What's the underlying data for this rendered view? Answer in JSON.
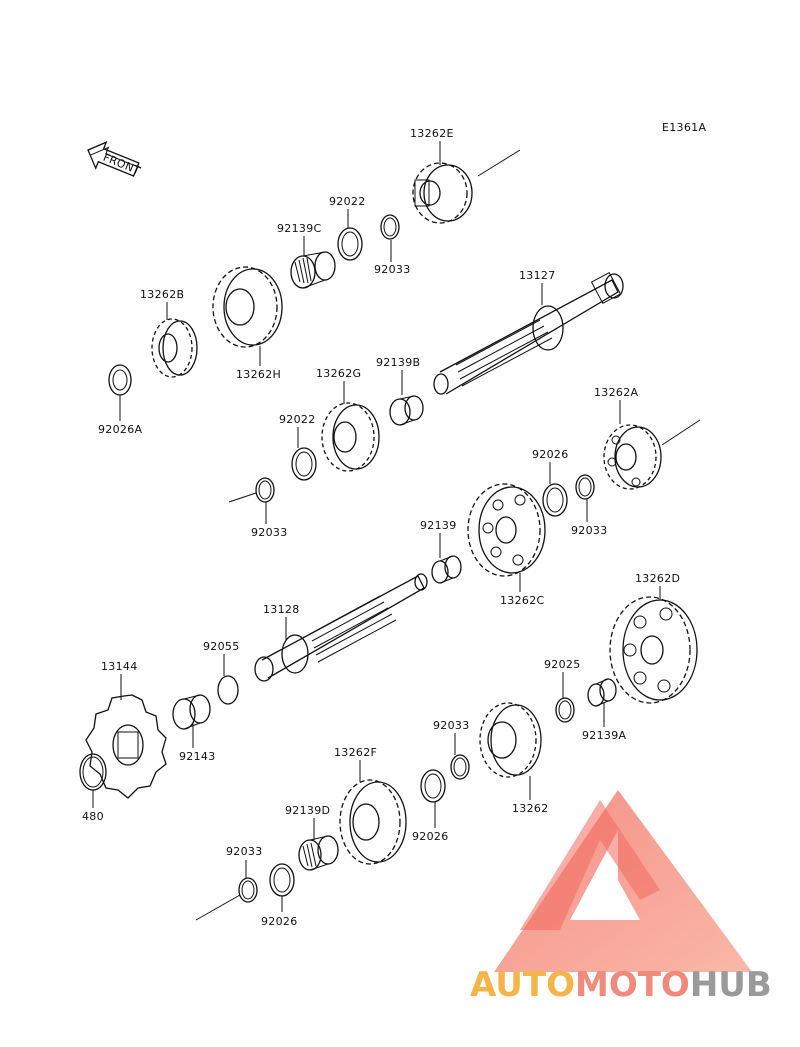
{
  "diagram_code": "E1361A",
  "front_label": "FRONT",
  "parts": [
    {
      "id": "13262E"
    },
    {
      "id": "92022"
    },
    {
      "id": "92139C"
    },
    {
      "id": "92033"
    },
    {
      "id": "13262B"
    },
    {
      "id": "13262H"
    },
    {
      "id": "92026A"
    },
    {
      "id": "13127"
    },
    {
      "id": "92139B"
    },
    {
      "id": "13262G"
    },
    {
      "id": "92022"
    },
    {
      "id": "92033"
    },
    {
      "id": "13262A"
    },
    {
      "id": "92026"
    },
    {
      "id": "92033"
    },
    {
      "id": "92139"
    },
    {
      "id": "13262C"
    },
    {
      "id": "13128"
    },
    {
      "id": "92055"
    },
    {
      "id": "13144"
    },
    {
      "id": "92143"
    },
    {
      "id": "480"
    },
    {
      "id": "13262D"
    },
    {
      "id": "92025"
    },
    {
      "id": "92139A"
    },
    {
      "id": "92033"
    },
    {
      "id": "13262"
    },
    {
      "id": "13262F"
    },
    {
      "id": "92139D"
    },
    {
      "id": "92026"
    },
    {
      "id": "92033"
    },
    {
      "id": "92026"
    }
  ],
  "watermark": {
    "part1": "AUTO",
    "part2": "MOTO",
    "part3": "HUB"
  },
  "colors": {
    "line": "#111111",
    "watermark_red": "#f26a5e",
    "watermark_orange": "#f5b44a",
    "watermark_gray": "#9a9a9a"
  }
}
